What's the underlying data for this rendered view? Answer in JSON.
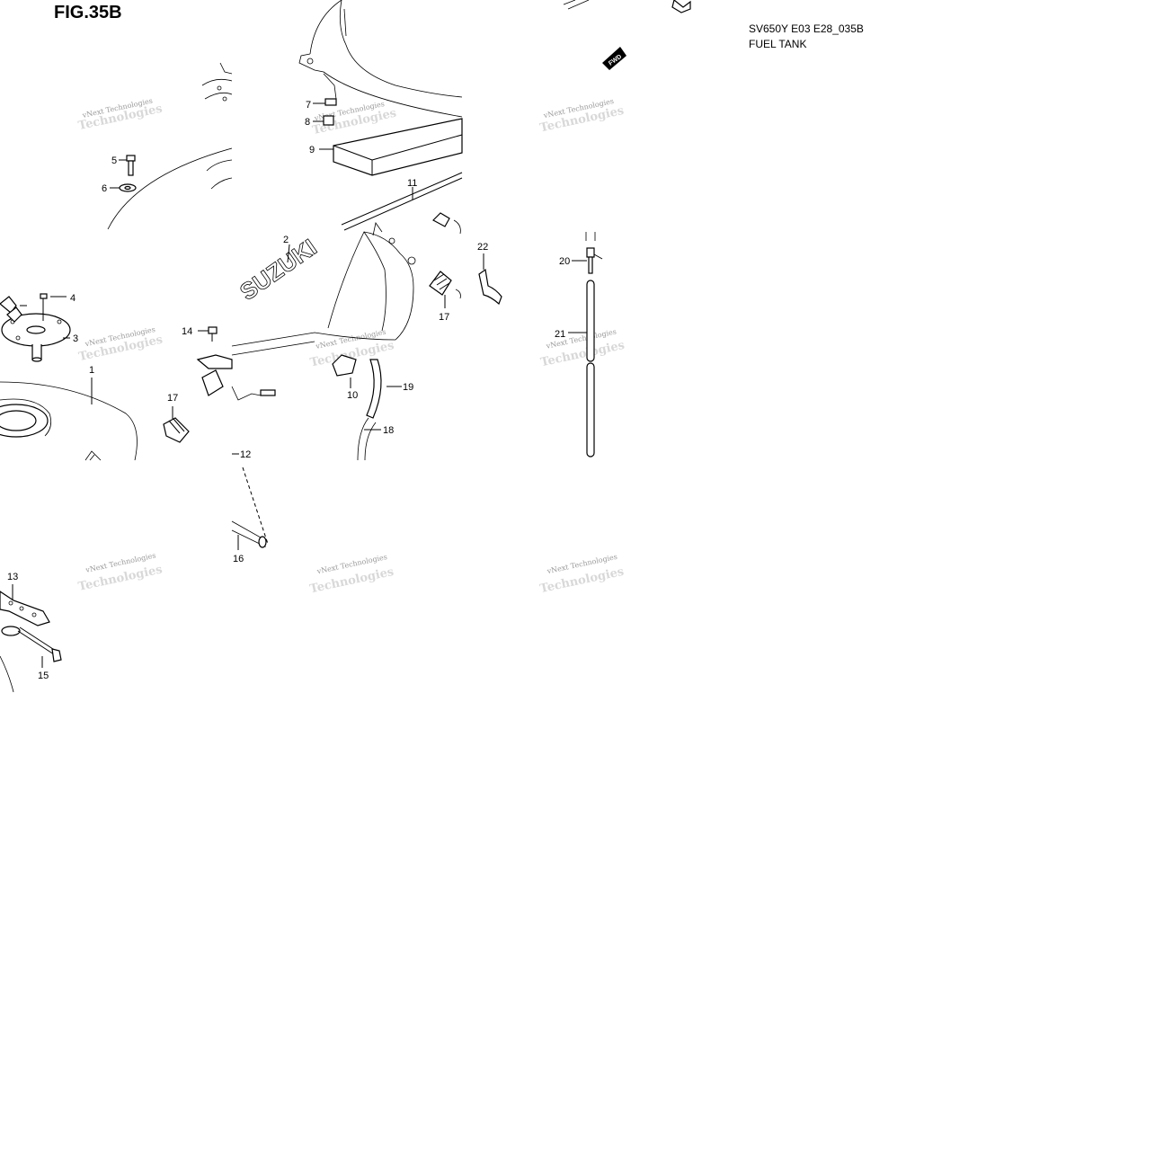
{
  "figure": {
    "title": "FIG.35B",
    "code": "SV650Y E03 E28_035B",
    "name": "FUEL TANK",
    "brand_text": "SUZUKI",
    "fwd_label": "FWD"
  },
  "watermark": {
    "line1": "vNext Technologies",
    "line2": "Technologies"
  },
  "callouts": [
    "1",
    "2",
    "3",
    "4",
    "5",
    "6",
    "7",
    "8",
    "9",
    "10",
    "11",
    "12",
    "13",
    "14",
    "15",
    "16",
    "17",
    "17",
    "18",
    "19",
    "20",
    "21",
    "22"
  ]
}
